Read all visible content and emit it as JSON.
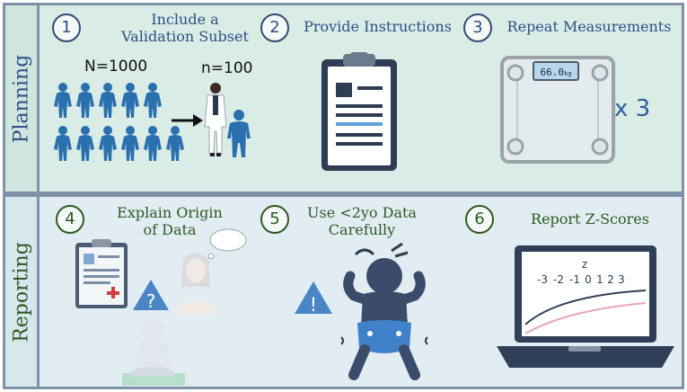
{
  "sections": {
    "planning": {
      "label": "Planning"
    },
    "reporting": {
      "label": "Reporting"
    }
  },
  "steps": [
    {
      "number": "1",
      "title_lines": [
        "Include a",
        "Validation Subset"
      ]
    },
    {
      "number": "2",
      "title_lines": [
        "Provide Instructions"
      ]
    },
    {
      "number": "3",
      "title_lines": [
        "Repeat Measurements"
      ]
    },
    {
      "number": "4",
      "title_lines": [
        "Explain Origin",
        "of Data"
      ]
    },
    {
      "number": "5",
      "title_lines": [
        "Use <2yo Data",
        "Carefully"
      ]
    },
    {
      "number": "6",
      "title_lines": [
        "Report Z-Scores"
      ]
    }
  ],
  "population": {
    "total_label": "N=1000",
    "subset_label": "n=100"
  },
  "scale": {
    "display": "66.0",
    "unit": "kg",
    "repeat_label": "x 3"
  },
  "warning_marks": {
    "question": "?",
    "exclamation": "!"
  },
  "zscore_chart": {
    "z_label": "z",
    "axis_ticks": [
      "-3",
      "-2",
      "-1",
      "0",
      "1",
      "2",
      "3"
    ]
  },
  "colors": {
    "navy": "#2f4f86",
    "green": "#2c5a22",
    "figure_blue": "#2a6fae",
    "planning_bg": "#d9ece6",
    "reporting_bg": "#e1edf3"
  }
}
